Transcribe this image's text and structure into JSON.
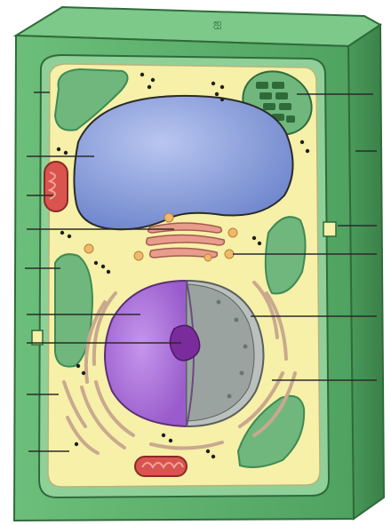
{
  "diagram": {
    "kind": "plant-cell",
    "labels_printed": false,
    "colors": {
      "cell_wall": "#5fb46e",
      "cell_wall_dark": "#3f8f50",
      "cell_wall_edge": "#2f6b3a",
      "membrane": "#7cc58a",
      "cytoplasm": "#f6f0a8",
      "vacuole": "#7f95d6",
      "vacuole_light": "#a9b8ea",
      "chloroplast": "#6fb77d",
      "chloroplast_dark": "#3f8a55",
      "mitochondrion": "#d9544e",
      "golgi": "#e89c8c",
      "vesicle": "#f0b86a",
      "nucleus": "#a66ad6",
      "nucleus_light": "#c08ae6",
      "nucleolus": "#7a2c9c",
      "nuclear_envelope": "#9aa3a0",
      "er": "#c9a98e",
      "ribosome": "#1f1f1f",
      "leader": "#2a2a2a"
    },
    "parts": [
      "cell-wall",
      "cell-membrane",
      "cytoplasm",
      "central-vacuole",
      "chloroplast",
      "mitochondrion",
      "golgi-apparatus",
      "nucleus",
      "nucleolus",
      "nuclear-envelope",
      "rough-er",
      "ribosome",
      "plasmodesma"
    ]
  }
}
